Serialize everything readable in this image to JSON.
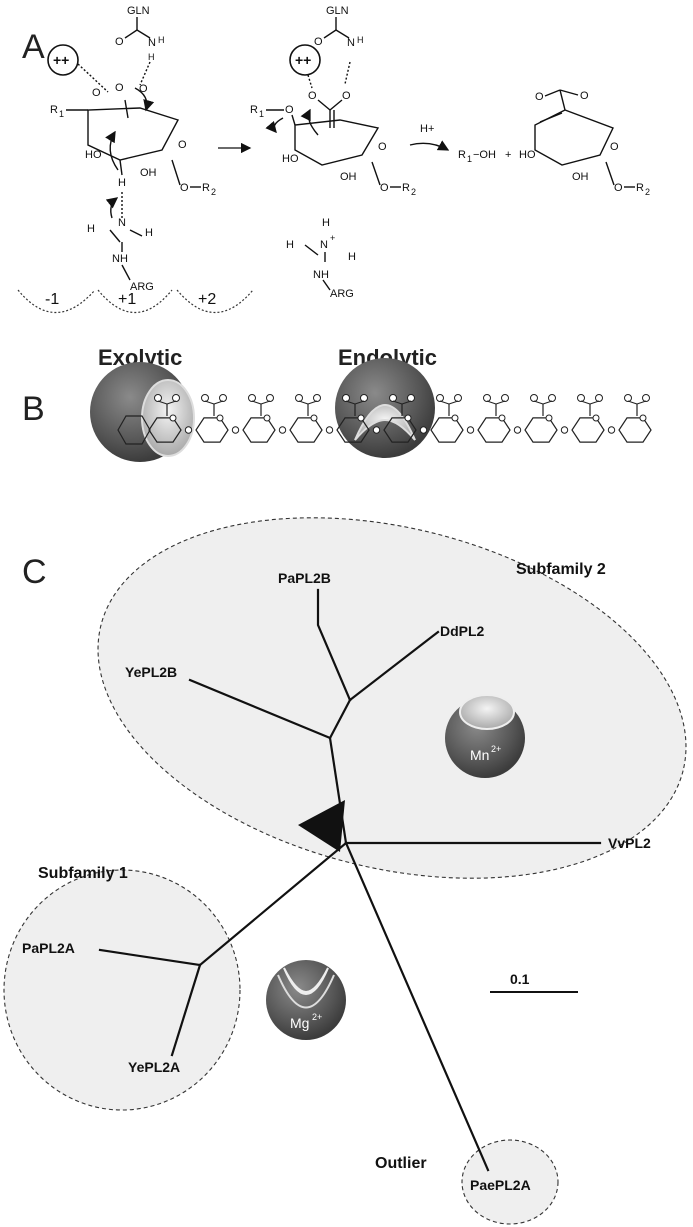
{
  "panels": {
    "a": "A",
    "b": "B",
    "c": "C"
  },
  "panel_a": {
    "charge": "++",
    "gln": "GLN",
    "arg": "ARG",
    "r1": "R",
    "r2": "R",
    "sub1": "1",
    "sub2": "2",
    "ho": "HO",
    "oh": "OH",
    "h": "H",
    "o": "O",
    "nh": "NH",
    "h2n": "H",
    "n": "N",
    "plus": "+",
    "minus": "−",
    "hplus": "H+",
    "r1oh": "R",
    "oh_product": "−OH",
    "plus_sign": "+",
    "subsites": [
      "-1",
      "+1",
      "+2"
    ]
  },
  "panel_b": {
    "exolytic": "Exolytic",
    "endolytic": "Endolytic"
  },
  "panel_c": {
    "subfamily1": "Subfamily 1",
    "subfamily2": "Subfamily 2",
    "outlier": "Outlier",
    "leaves": {
      "papl2b": "PaPL2B",
      "ddpl2": "DdPL2",
      "yepl2b": "YePL2B",
      "vvpl2": "VvPL2",
      "papl2a": "PaPL2A",
      "yepl2a": "YePL2A",
      "paepl2a": "PaePL2A"
    },
    "mn_ion": "Mn",
    "mn_charge": "2+",
    "mg_ion": "Mg",
    "mg_charge": "2+",
    "scale_label": "0.1"
  },
  "colors": {
    "blob_fill": "#efefef",
    "enzyme_dark": "#5a5a5a",
    "enzyme_light": "#c8c8c8"
  }
}
